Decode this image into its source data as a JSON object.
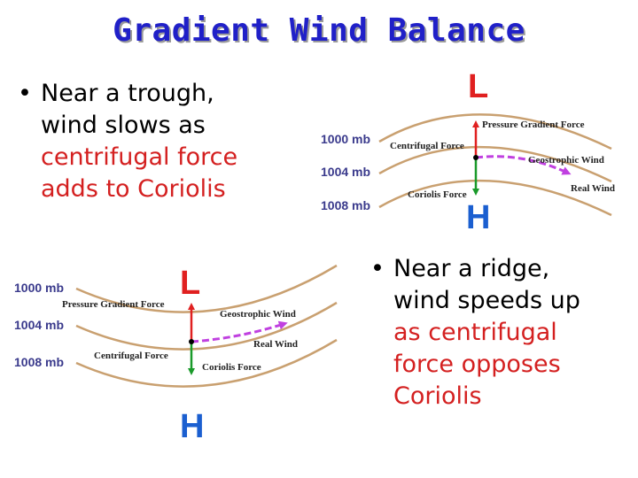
{
  "title": "Gradient Wind Balance",
  "bullet_symbol": "•",
  "trough": {
    "lines": [
      "Near a trough,",
      "wind slows as",
      "centrifugal force",
      "adds to Coriolis"
    ],
    "red_lines": [
      2,
      3
    ]
  },
  "ridge": {
    "lines": [
      "Near a ridge,",
      "wind speeds up",
      "as centrifugal",
      "force opposes",
      "Coriolis"
    ],
    "red_lines": [
      2,
      3
    ]
  },
  "top_diagram": {
    "isobars": [
      "1000 mb",
      "1004 mb",
      "1008 mb"
    ],
    "low": "L",
    "high": "H",
    "labels": {
      "pgf": "Pressure Gradient Force",
      "centrifugal": "Centrifugal Force",
      "geostrophic": "Geostrophic Wind",
      "real": "Real Wind",
      "coriolis": "Coriolis Force"
    }
  },
  "bottom_diagram": {
    "isobars": [
      "1000 mb",
      "1004 mb",
      "1008 mb"
    ],
    "low": "L",
    "high": "H",
    "labels": {
      "pgf": "Pressure Gradient Force",
      "geostrophic": "Geostrophic Wind",
      "real": "Real Wind",
      "centrifugal": "Centrifugal Force",
      "coriolis": "Coriolis Force"
    }
  },
  "colors": {
    "title": "#2020c8",
    "low": "#e02020",
    "high": "#1b5fd0",
    "pgf_arrow": "#e02020",
    "coriolis_arrow": "#1a9a2a",
    "wind_arrow": "#c040e0",
    "isobar": "#c9a070"
  }
}
